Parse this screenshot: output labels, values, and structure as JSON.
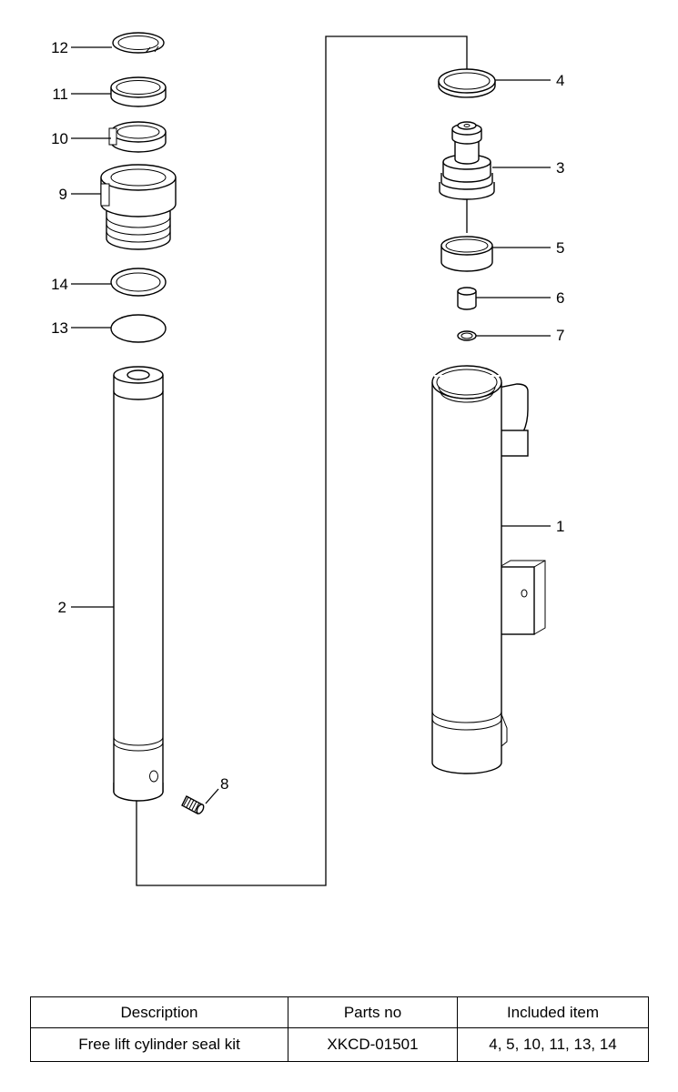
{
  "diagram": {
    "callouts": [
      {
        "id": "12",
        "text": "12"
      },
      {
        "id": "11",
        "text": "11"
      },
      {
        "id": "10",
        "text": "10"
      },
      {
        "id": "9",
        "text": "9"
      },
      {
        "id": "14",
        "text": "14"
      },
      {
        "id": "13",
        "text": "13"
      },
      {
        "id": "2",
        "text": "2"
      },
      {
        "id": "8",
        "text": "8"
      },
      {
        "id": "4",
        "text": "4"
      },
      {
        "id": "3",
        "text": "3"
      },
      {
        "id": "5",
        "text": "5"
      },
      {
        "id": "6",
        "text": "6"
      },
      {
        "id": "7",
        "text": "7"
      },
      {
        "id": "1",
        "text": "1"
      }
    ]
  },
  "kit_table": {
    "headers": [
      "Description",
      "Parts no",
      "Included item"
    ],
    "rows": [
      {
        "description": "Free lift cylinder seal kit",
        "parts_no": "XKCD-01501",
        "included": "4, 5, 10, 11, 13, 14"
      }
    ]
  }
}
